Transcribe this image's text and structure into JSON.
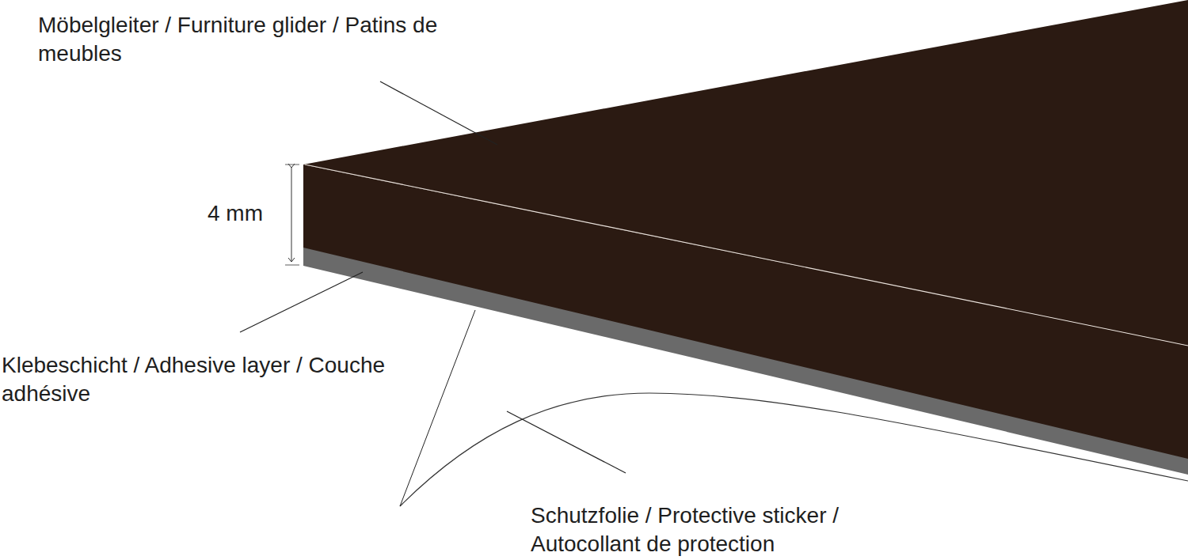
{
  "diagram": {
    "labels": [
      "Möbelgleiter / Furniture glider / Patins de meubles",
      "4 mm",
      "Klebeschicht / Adhesive layer / Couche adhésive",
      "Schutzfolie / Protective sticker / Autocollant de protection"
    ]
  }
}
